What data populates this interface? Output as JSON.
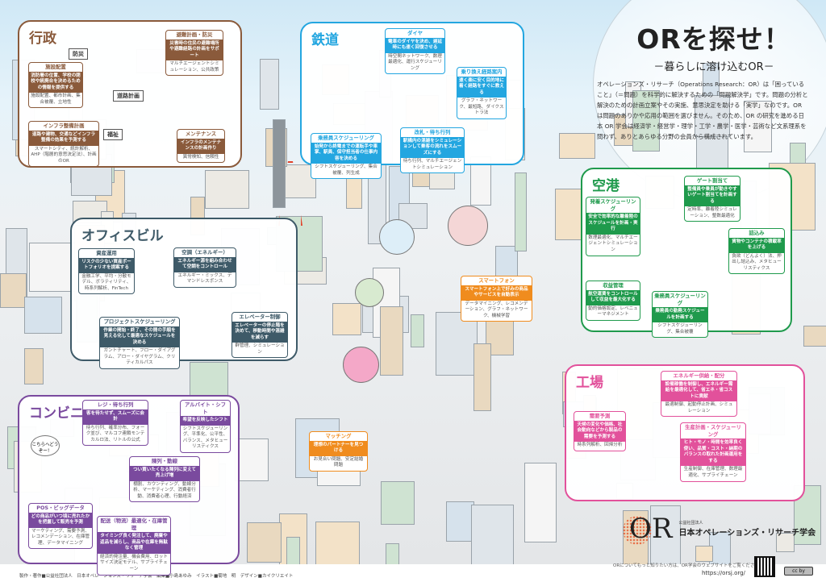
{
  "header": {
    "title": "ORを探せ！",
    "subtitle": "－暮らしに溶け込むOR－",
    "intro": "オペレーションズ・リサーチ（Operations Research：OR）は「困っていること」（＝問題）を科学的に解決するための「問題解決学」です。問題の分析と解決のための計画立案やその実施、意思決定を助ける「実学」なのです。OR は問題のありかや応用の範囲を選びません。そのため、OR の研究を進める日本 OR 学会は経済学・経営学・理学・工学・農学・医学・芸術など文系理系を問わず、ありとあらゆる分野の会員から構成されています。"
  },
  "colors": {
    "gyosei": "#8a5a3b",
    "tetsudo": "#23a6e0",
    "office": "#3e5a68",
    "kuko": "#1f9a4c",
    "kojo": "#e2519b",
    "konbini": "#7a4a9e",
    "center": "#f08c1e"
  },
  "panels": {
    "gyosei": {
      "title": "行政",
      "labels": [
        "防災",
        "道路計画",
        "福祉"
      ],
      "cards": [
        {
          "title": "避難計画・防災",
          "desc": "災害時の住民の避難場所や避難経路の計画をサポート",
          "keywords": "マルチエージェントシミュレーション、公共政策"
        },
        {
          "title": "施設配置",
          "desc": "消防署の位置、学校の閉校や統廃合を決めるための情報を提供する",
          "keywords": "施設配置、都市計画、集合被覆、立地性"
        },
        {
          "title": "インフラ整備計画",
          "desc": "道路や建物、交通などインフラ整備の効果を予測する",
          "keywords": "スマートシティ、統計解析、AHP（階層的意思決定法）、計画のOR"
        },
        {
          "title": "メンテナンス",
          "desc": "インフラのメンテナンスの計画作り",
          "keywords": "異常検知、信頼性"
        }
      ]
    },
    "tetsudo": {
      "title": "鉄道",
      "cards": [
        {
          "title": "ダイヤ",
          "desc": "電車のダイヤを決め、遅延時にも速く回復させる",
          "keywords": "時空間ネットワーク、数理最適化、運行スケジューリング"
        },
        {
          "title": "乗り換え経路案内",
          "desc": "速く楽に安く目的地に着く経路をすぐに教える",
          "keywords": "グラフ・ネットワーク、最短路、ダイクストラ法"
        },
        {
          "title": "乗務員スケジューリング",
          "desc": "始発から終電までの運転手や車掌、駅員、保守担当者の仕事内容を決める",
          "keywords": "シフトスケジューリング、集合被覆、列生成"
        },
        {
          "title": "改札・待ち行列",
          "desc": "駅構内の混雑をシミュレーションして乗客の流れをスムーズにする",
          "keywords": "待ち行列、マルチエージェントシミュレーション"
        }
      ]
    },
    "office": {
      "title": "オフィスビル",
      "cards": [
        {
          "title": "資産運用",
          "desc": "リスクの少ない資産ポートフォリオを提案する",
          "keywords": "金融工学、平均・分散モデル、ボラティリティ、時系列解析、FinTech"
        },
        {
          "title": "空調（エネルギー）",
          "desc": "エネルギー源を組み合わせて空調をコントロール",
          "keywords": "エネルギー・ミックス、デマンドレスポンス"
        },
        {
          "title": "プロジェクトスケジューリング",
          "desc": "作業の開始・終了、その間の手順を見える化して最適なスケジュールを決める",
          "keywords": "ガントチャート、フロー・ダイアグラム、アロー・ダイヤグラム、クリティカルパス"
        },
        {
          "title": "エレベーター制御",
          "desc": "エレベーターの停止階を決めて、移動時間や混雑を減らす",
          "keywords": "群管理、シミュレーション"
        }
      ]
    },
    "kuko": {
      "title": "空港",
      "cards": [
        {
          "title": "ゲート割当て",
          "desc": "整備員や乗員が動きやすいゲート割当てを計画する",
          "keywords": "定時率、離着陸シミュレーション、整数最適化"
        },
        {
          "title": "発着スケジューリング",
          "desc": "安全で効率的な離着陸のスケジュールを計画・実行",
          "keywords": "数理最適化、マルチエージェントシミュレーション"
        },
        {
          "title": "詰込み",
          "desc": "貨物やコンテナの積載率を上げる",
          "keywords": "貪欲（どんよく）法、押出し詰込み、メタヒューリスティクス"
        },
        {
          "title": "収益管理",
          "desc": "航空運賃をコントロールして収益を最大化する",
          "keywords": "動的価格設定、レベニューマネジメント"
        },
        {
          "title": "乗務員スケジューリング",
          "desc": "乗務員の勤務スケジュールを計画する",
          "keywords": "シフトスケジューリング、集合被覆"
        }
      ]
    },
    "kojo": {
      "title": "工場",
      "cards": [
        {
          "title": "エネルギー供給・配分",
          "desc": "設備稼働を制御し、エネルギー需給を最適化して、省エネ・省コストに貢献",
          "keywords": "最適制御、起動停止計画、シミュレーション"
        },
        {
          "title": "需要予測",
          "desc": "天候の変化や価格、社会動向などから製品の需要を予測する",
          "keywords": "時系列解析、回帰分析"
        },
        {
          "title": "生産計画・スケジューリング",
          "desc": "ヒト・モノ・時間を効率良く使い、品質・コスト・納期のバランスの取れた計画運用をする",
          "keywords": "生産制御、在庫管理、数理最適化、サプライチェーン"
        }
      ]
    },
    "konbini": {
      "title": "コンビニ",
      "speech": "こちらへどうぞー！",
      "cards": [
        {
          "title": "レジ・待ち行列",
          "desc": "客を待たせず、スムーズに会計",
          "keywords": "待ち行列、確率分布、フォーク並び、マルコフ連鎖モンテカルロ法、リトルの公式"
        },
        {
          "title": "アルバイト・シフト",
          "desc": "希望を反映したシフト",
          "keywords": "シフトスケジューリング、平準化、公平性、バランス、メタヒューリスティクス"
        },
        {
          "title": "陳列・動線",
          "desc": "つい買いたくなる陳列に変えて売上げ増",
          "keywords": "棚割、カウンティング、動線分析、マーケティング、消費者行動、消費者心理、行動経済"
        },
        {
          "title": "POS・ビッグデータ",
          "desc": "どの商品がいつ頃に売れたかを把握して販売を予測",
          "keywords": "マーケティング、需要予測、レコメンデーション、在庫管理、データマイニング"
        },
        {
          "title": "配送（物流）最適化・在庫管理",
          "desc": "タイミング良く発注して、廃棄や返品を減らし、商品や在庫を無駄なく管理",
          "keywords": "経済的発注量、機会費用、ロットサイズ決定モデル、サプライチェーン"
        }
      ]
    },
    "center": {
      "cards": [
        {
          "title": "スマートフォン",
          "desc": "スマートフォン上で好みの商品やサービスを自動表示",
          "keywords": "データマイニング、レコメンデーション、グラフ・ネットワーク、機械学習"
        },
        {
          "title": "マッチング",
          "desc": "理想のパートナーを見つける",
          "keywords": "お見合い問題、安定結婚問題"
        }
      ]
    }
  },
  "logo": {
    "mark": "OR",
    "org_type": "公益社団法人",
    "org_name": "日本オペレーションズ・リサーチ学会"
  },
  "footer": {
    "info": "ORについてもっと知りたい方は、OR学会のウェブサイトをご覧ください。",
    "url": "https://orsj.org/",
    "credits": "製作・著作■公益社団法人　日本オペレーションズ・リサーチ学会　編集■小島あゆみ　イラスト■菊地　明　デザイン■カイクリエイト",
    "license": "cc by"
  }
}
